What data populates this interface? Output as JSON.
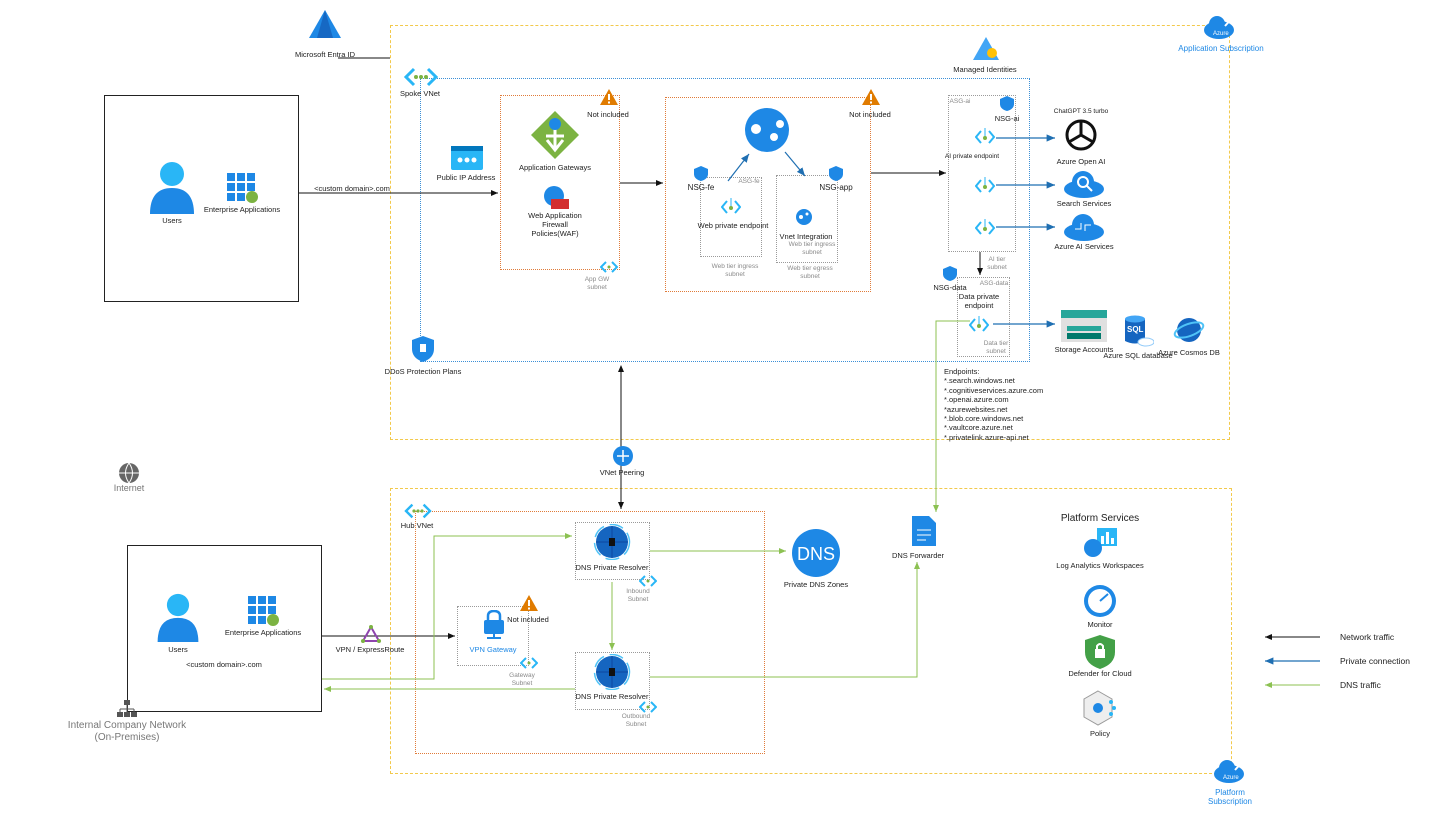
{
  "colors": {
    "network": "#111111",
    "private": "#1f6fb2",
    "dns": "#8cc152",
    "subscription_border": "#f2c94c",
    "spoke_border": "#3b8fd6",
    "subnet_border": "#e07b39",
    "asg_border": "#9a9a9a",
    "azure_blue": "#0078d4",
    "warning": "#e07b00"
  },
  "top": {
    "entra": "Microsoft Entra ID",
    "app_subscription": "Application Subscription",
    "azure_badge": "Azure",
    "managed_identities": "Managed Identities",
    "spoke_vnet": "Spoke VNet",
    "users": "Users",
    "enterprise_apps": "Enterprise Applications",
    "custom_domain": "<custom domain>.com",
    "public_ip": "Public IP Address",
    "app_gateways": "Application Gateways",
    "waf": "Web Application Firewall Policies(WAF)",
    "not_included": "Not included",
    "appgw_subnet": "App GW subnet",
    "nsg_fe": "NSG-fe",
    "asg_fe": "ASG-fe",
    "web_pe": "Web private endpoint",
    "web_ingress": "Web tier ingress subnet",
    "nsg_app": "NSG-app",
    "vnet_integration": "Vnet Integration",
    "web_ingress2": "Web tier ingress subnet",
    "web_egress": "Web tier egress subnet",
    "asg_ai": "ASG-ai",
    "nsg_ai": "NSG-ai",
    "ai_pe": "AI private endpoint",
    "ai_subnet": "AI tier subnet",
    "nsg_data": "NSG-data",
    "asg_data": "ASG-data",
    "data_pe": "Data private endpoint",
    "data_subnet": "Data tier subnet",
    "chatgpt": "ChatGPT 3.5 turbo",
    "openai": "Azure Open AI",
    "search": "Search Services",
    "ai_services": "Azure AI Services",
    "storage": "Storage Accounts",
    "sql": "Azure SQL database",
    "cosmos": "Azure Cosmos DB",
    "ddos": "DDoS Protection Plans",
    "endpoints_title": "Endpoints:",
    "endpoints": [
      "*.search.windows.net",
      "*.cognitiveservices.azure.com",
      "*.openai.azure.com",
      "*azurewebsites.net",
      "*.blob.core.windows.net",
      "*.vaultcore.azure.net",
      "*.privatelink.azure-api.net"
    ]
  },
  "middle": {
    "vnet_peering": "VNet Peering",
    "internet": "Internet"
  },
  "bottom": {
    "hub_vnet": "Hub VNet",
    "users": "Users",
    "enterprise_apps": "Enterprise Applications",
    "custom_domain": "<custom domain>.com",
    "internal_network": "Internal Company Network (On-Premises)",
    "vpn_er": "VPN / ExpressRoute",
    "vpn_gateway": "VPN Gateway",
    "not_included": "Not included",
    "gateway_subnet": "Gateway Subnet",
    "dns_resolver_in": "DNS Private Resolver",
    "inbound_subnet": "Inbound Subnet",
    "dns_resolver_out": "DNS Private Resolver",
    "outbound_subnet": "Outbound Subnet",
    "dns": "DNS",
    "private_dns": "Private DNS Zones",
    "dns_forwarder": "DNS Forwarder",
    "platform_services": "Platform Services",
    "log_analytics": "Log Analytics Workspaces",
    "monitor": "Monitor",
    "defender": "Defender for Cloud",
    "policy": "Policy",
    "platform_subscription": "Platform Subscription",
    "azure_badge": "Azure"
  },
  "legend": [
    {
      "label": "Network traffic",
      "color": "#111111"
    },
    {
      "label": "Private connection",
      "color": "#1f6fb2"
    },
    {
      "label": "DNS traffic",
      "color": "#8cc152"
    }
  ]
}
